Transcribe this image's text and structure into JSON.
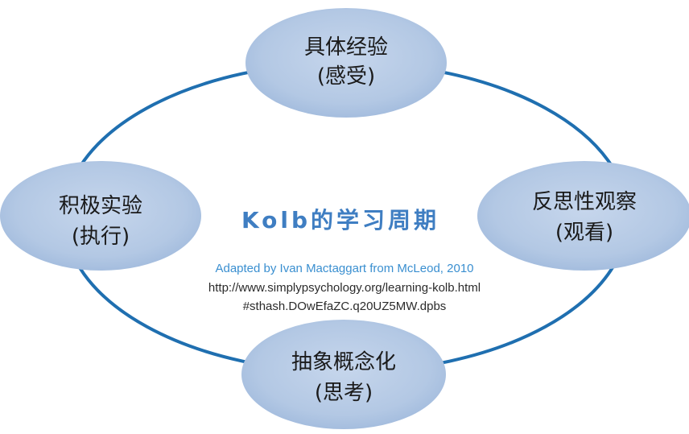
{
  "title": "Kolb的学习周期",
  "nodes": {
    "top": {
      "line1": "具体经验",
      "line2": "(感受)"
    },
    "right": {
      "line1": "反思性观察",
      "line2": "(观看)"
    },
    "bottom": {
      "line1": "抽象概念化",
      "line2": "(思考)"
    },
    "left": {
      "line1": "积极实验",
      "line2": "(执行)"
    }
  },
  "credit": {
    "line1": "Adapted by Ivan Mactaggart from McLeod, 2010",
    "line2": "http://www.simplypsychology.org/learning-kolb.html",
    "line3": "#sthash.DOwEfaZC.q20UZ5MW.dpbs"
  },
  "colors": {
    "cycle_stroke": "#1f6fb0",
    "node_fill": "#b5c9e4",
    "title": "#3f7ec2",
    "credit": "#3a8fd0"
  }
}
